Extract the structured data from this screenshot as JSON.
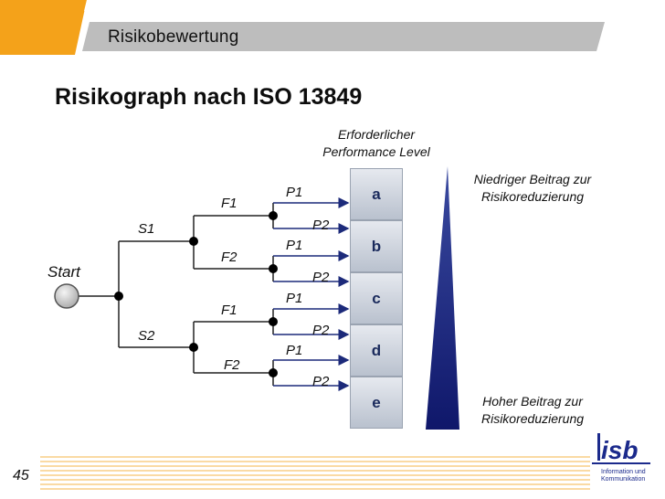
{
  "header": {
    "section_title": "Risikobewertung"
  },
  "slide": {
    "title": "Risikograph nach ISO 13849",
    "page_number": "45"
  },
  "diagram": {
    "start_label": "Start",
    "branch_labels": {
      "s1": "S1",
      "s2": "S2",
      "f1_top": "F1",
      "f2_top": "F2",
      "f1_bottom": "F1",
      "f2_bottom": "F2",
      "p1_1": "P1",
      "p2_1": "P2",
      "p1_2": "P1",
      "p2_2": "P2",
      "p1_3": "P1",
      "p2_3": "P2",
      "p1_4": "P1",
      "p2_4": "P2"
    },
    "performance_level_header": "Erforderlicher Performance Level",
    "levels": [
      "a",
      "b",
      "c",
      "d",
      "e"
    ],
    "note_top": "Niedriger Beitrag zur Risikoreduzierung",
    "note_bottom": "Hoher Beitrag zur Risikoreduzierung"
  },
  "logo": {
    "text": "isb",
    "subtext_line1": "Information und",
    "subtext_line2": "Kommunikation"
  },
  "colors": {
    "orange": "#f4a21a",
    "navy": "#141f6e",
    "gray": "#bfbfbf"
  }
}
